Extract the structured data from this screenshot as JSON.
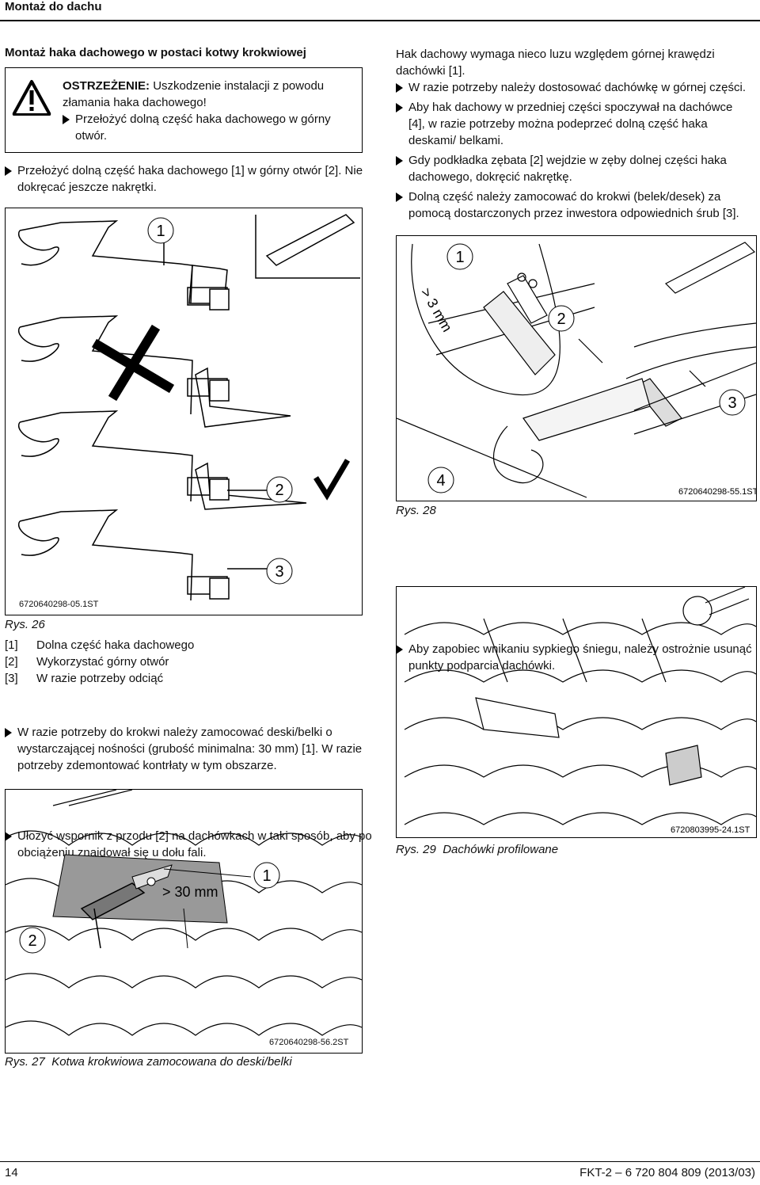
{
  "header": {
    "title": "Montaż do dachu"
  },
  "section": {
    "title": "Montaż haka dachowego w postaci kotwy krokwiowej"
  },
  "warning": {
    "label": "OSTRZEŻENIE:",
    "text": "Uszkodzenie instalacji z powodu złamania haka dachowego!",
    "action": "Przełożyć dolną część haka dachowego w górny otwór.",
    "icon": "warning-triangle-icon"
  },
  "left": {
    "step1": "Przełożyć dolną część haka dachowego [1] w górny otwór [2]. Nie dokręcać jeszcze nakrętki.",
    "fig26": {
      "callouts": [
        "1",
        "2",
        "3"
      ],
      "ref": "6720640298-05.1ST",
      "caption_label": "Rys. 26"
    },
    "legend": [
      {
        "key": "[1]",
        "text": "Dolna część haka dachowego"
      },
      {
        "key": "[2]",
        "text": "Wykorzystać górny otwór"
      },
      {
        "key": "[3]",
        "text": "W razie potrzeby odciąć"
      }
    ],
    "step2": "W razie potrzeby do krokwi należy zamocować deski/belki o wystarczającej nośności (grubość minimalna: 30 mm) [1]. W razie potrzeby zdemontować kontrłaty w tym obszarze.",
    "step3": "Ułożyć wspornik z przodu [2] na dachówkach w taki sposób, aby po obciążeniu znajdował się u dołu fali.",
    "fig27": {
      "callouts": [
        "1",
        "2"
      ],
      "dimension": "> 30 mm",
      "ref": "6720640298-56.2ST",
      "caption_label": "Rys. 27",
      "caption_text": "Kotwa krokwiowa zamocowana do deski/belki"
    }
  },
  "right": {
    "intro": "Hak dachowy wymaga nieco luzu względem górnej krawędzi dachówki [1].",
    "bullets": [
      "W razie potrzeby należy dostosować dachówkę w górnej części.",
      "Aby hak dachowy w przedniej części spoczywał na dachówce [4], w razie potrzeby można podeprzeć dolną część haka deskami/ belkami.",
      "Gdy podkładka zębata [2] wejdzie w zęby dolnej części haka dachowego, dokręcić nakrętkę.",
      "Dolną część należy zamocować do krokwi (belek/desek) za pomocą dostarczonych przez inwestora odpowiednich śrub [3]."
    ],
    "fig28": {
      "callouts": [
        "1",
        "2",
        "3",
        "4"
      ],
      "dimension": "> 3 mm",
      "ref": "6720640298-55.1ST",
      "caption_label": "Rys. 28"
    },
    "note": "Aby zapobiec wnikaniu sypkiego śniegu, należy ostrożnie usunąć punkty podparcia dachówki.",
    "fig29": {
      "ref": "6720803995-24.1ST",
      "caption_label": "Rys. 29",
      "caption_text": "Dachówki profilowane"
    }
  },
  "footer": {
    "page": "14",
    "doc": "FKT-2 – 6 720 804 809 (2013/03)"
  }
}
